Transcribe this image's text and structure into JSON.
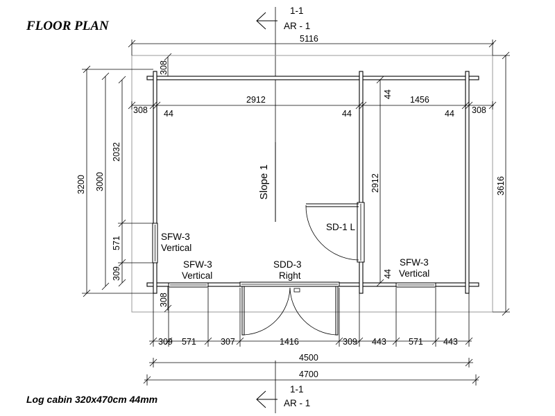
{
  "title": "FLOOR PLAN",
  "footer": "Log cabin 320x470cm 44mm",
  "section_marker": {
    "top_number": "1-1",
    "top_ref": "AR - 1",
    "bottom_number": "1-1",
    "bottom_ref": "AR - 1"
  },
  "labels": {
    "slope": "Slope 1",
    "left_window_line1": "SFW-3",
    "left_window_line2": "Vertical",
    "front_window_left_line1": "SFW-3",
    "front_window_left_line2": "Vertical",
    "front_door_line1": "SDD-3",
    "front_door_line2": "Right",
    "front_window_right_line1": "SFW-3",
    "front_window_right_line2": "Vertical",
    "inner_door": "SD-1 L"
  },
  "dimensions": {
    "overall_top": "5116",
    "roof_overhang_top": "308",
    "left_wall_overhang": "308",
    "wall_thickness_left": "44",
    "room_left_width": "2912",
    "wall_thickness_mid_left": "44",
    "wall_thickness_mid_vertical": "44",
    "room_right_width": "1456",
    "wall_thickness_right": "44",
    "right_wall_overhang": "308",
    "overall_left_height": "3200",
    "inner_left_height": "3000",
    "left_upper_segment": "2032",
    "left_window_width": "571",
    "left_lower_segment": "309",
    "partition_length": "2912",
    "wall_thickness_partition_bottom": "44",
    "overall_right_height": "3616",
    "roof_overhang_bottom": "308",
    "front_seg_1": "309",
    "front_seg_2": "571",
    "front_seg_3": "307",
    "front_seg_4": "1416",
    "front_seg_5": "309",
    "front_seg_6": "443",
    "front_seg_7": "571",
    "front_seg_8": "443",
    "front_total_inner": "4500",
    "front_total_outer": "4700"
  }
}
